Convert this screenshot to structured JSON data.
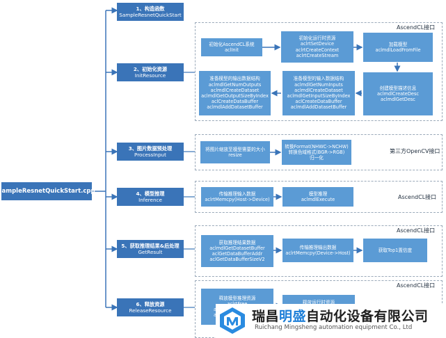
{
  "root": "sampleResnetQuickStart.cpp",
  "steps": [
    {
      "title": "1、构造函数",
      "sub": "SampleResnetQuickStart"
    },
    {
      "title": "2、初始化资源",
      "sub": "InitResource"
    },
    {
      "title": "3、图片数据预处理",
      "sub": "ProcessInput"
    },
    {
      "title": "4、模型推理",
      "sub": "Inference"
    },
    {
      "title": "5、获取推理结果&后处理",
      "sub": "GetResult"
    },
    {
      "title": "6、释放资源",
      "sub": "ReleaseResource"
    }
  ],
  "groups": {
    "init": "AscendCL接口",
    "process": "第三方OpenCV接口",
    "inference": "AscendCL接口",
    "result": "AscendCL接口",
    "release": "AscendCL接口"
  },
  "init_boxes": {
    "b1": [
      "初始化AscendCL系统",
      "aclInit"
    ],
    "b2": [
      "初始化运行时资源",
      "aclrtSetDevice",
      "aclrtCreateContext",
      "aclrtCreateStream"
    ],
    "b3": [
      "加载模型",
      "aclmdlLoadFromFile"
    ],
    "b4": [
      "创建模型描述信息",
      "aclmdlCreateDesc",
      "aclmdlGetDesc"
    ],
    "b5": [
      "准备模型的输入数据结构",
      "aclmdlGetNumInputs",
      "aclmdlCreateDataset",
      "aclmdlGetInputSizeByIndex",
      "aclCreateDataBuffer",
      "aclmdlAddDatasetBuffer"
    ],
    "b6": [
      "准备模型的输出数据结构",
      "aclmdlGetNumOutputs",
      "aclmdlCreateDataset",
      "aclmdlGetOutputSizeByIndex",
      "aclCreateDataBuffer",
      "aclmdlAddDatasetBuffer"
    ]
  },
  "process_boxes": {
    "b1": [
      "将图片缩放至模型需要的大小",
      "resize"
    ],
    "b2": [
      "转换Format(NHWC->NCHW)",
      "转换色域格式(BGR->RGB)",
      "归一化"
    ]
  },
  "inference_boxes": {
    "b1": [
      "传输推理输入数据",
      "aclrtMemcpy(Host->Device)"
    ],
    "b2": [
      "模型推理",
      "aclmdlExecute"
    ]
  },
  "result_boxes": {
    "b1": [
      "获取推理结果数据",
      "aclmdlGetDatasetBuffer",
      "aclGetDataBufferAddr",
      "aclGetDataBufferSizeV2"
    ],
    "b2": [
      "传输推理输出数据",
      "aclrtMemcpy(Device->Host)"
    ],
    "b3": [
      "获取Top1置信度"
    ]
  },
  "release_boxes": {
    "b1": [
      "释放模型推理资源",
      "aclrtFree",
      "ac",
      "ac"
    ],
    "b2": [
      "释放运行时资源"
    ]
  },
  "watermark": {
    "title_a": "瑞昌",
    "title_b": "明盛",
    "title_c": "自动化设备有限公司",
    "subtitle": "Ruichang Mingsheng automation equipment Co., Ltd"
  }
}
